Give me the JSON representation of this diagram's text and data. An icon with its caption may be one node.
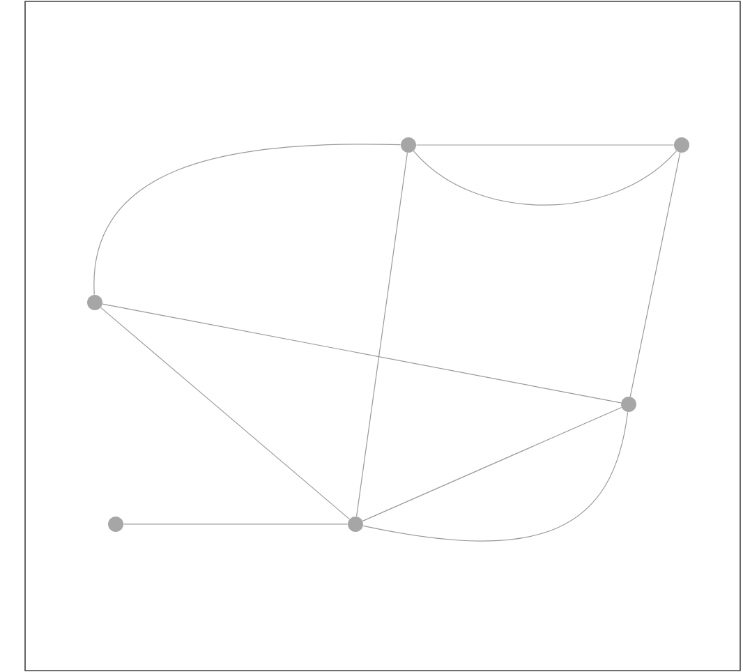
{
  "diagram": {
    "nodes": [
      {
        "text": [],
        "shape": "circle"
      },
      {
        "text": [],
        "shape": "circle"
      },
      {
        "text": [],
        "shape": "circle"
      },
      {
        "text": [],
        "shape": "circle"
      },
      {
        "text": [],
        "shape": "circle"
      },
      {
        "text": [],
        "shape": "circle"
      }
    ],
    "edges": [
      {
        "from": 2,
        "to": 0,
        "arrow": "none"
      },
      {
        "from": 0,
        "to": 1,
        "arrow": "none"
      },
      {
        "from": 0,
        "to": 1,
        "arrow": "none"
      },
      {
        "from": 0,
        "to": 5,
        "arrow": "none"
      },
      {
        "from": 1,
        "to": 3,
        "arrow": "none"
      },
      {
        "from": 2,
        "to": 3,
        "arrow": "none"
      },
      {
        "from": 2,
        "to": 5,
        "arrow": "none"
      },
      {
        "from": 5,
        "to": 3,
        "arrow": "none"
      },
      {
        "from": 5,
        "to": 3,
        "arrow": "none"
      },
      {
        "from": 4,
        "to": 5,
        "arrow": "none"
      }
    ]
  }
}
